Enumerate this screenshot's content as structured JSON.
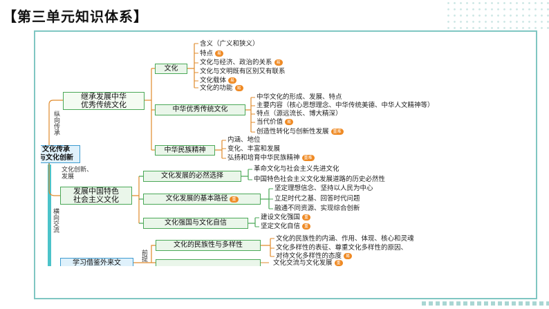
{
  "title": "【第三单元知识体系】",
  "root": "文化传承\n与文化创新",
  "side_labels": {
    "top": "纵向传承",
    "middle": "文化创新、\n发展",
    "bottom": "横向交流",
    "bottom2": "前提"
  },
  "branch1": {
    "label": "继承发展中华\n优秀传统文化",
    "children": [
      {
        "label": "文化",
        "leaves": [
          {
            "text": "含义（广义和狭义）",
            "badge": ""
          },
          {
            "text": "特点",
            "badge": "易"
          },
          {
            "text": "文化与经济、政治的关系",
            "badge": "易"
          },
          {
            "text": "文化与文明既有区别又有联系",
            "badge": ""
          },
          {
            "text": "文化载体",
            "badge": "易"
          },
          {
            "text": "文化的功能",
            "badge": "易"
          }
        ]
      },
      {
        "label": "中华优秀传统文化",
        "leaves": [
          {
            "text": "中华文化的形成、发展、特点",
            "badge": ""
          },
          {
            "text": "主要内容（核心思想理念、中华传统美德、中华人文精神等）",
            "badge": ""
          },
          {
            "text": "特点（源远流长、博大精深）",
            "badge": ""
          },
          {
            "text": "当代价值",
            "badge": "易"
          },
          {
            "text": "创造性转化与创新性发展",
            "badge": "重难"
          }
        ]
      },
      {
        "label": "中华民族精神",
        "leaves": [
          {
            "text": "内涵、地位",
            "badge": ""
          },
          {
            "text": "变化、丰富和发展",
            "badge": ""
          },
          {
            "text": "弘扬和培育中华民族精神",
            "badge": "重难"
          }
        ]
      }
    ]
  },
  "branch2": {
    "label": "发展中国特色\n社会主义文化",
    "children": [
      {
        "label": "文化发展的必然选择",
        "leaves": [
          {
            "text": "革命文化与社会主义先进文化",
            "badge": ""
          },
          {
            "text": "中国特色社会主义文化发展道路的历史必然性",
            "badge": ""
          }
        ]
      },
      {
        "label": "文化发展的基本路径",
        "badge": "重",
        "leaves": [
          {
            "text": "坚定理想信念、坚持以人民为中心",
            "badge": ""
          },
          {
            "text": "立足时代之基、回答时代问题",
            "badge": ""
          },
          {
            "text": "融通不同资源、实现综合创新",
            "badge": ""
          }
        ]
      },
      {
        "label": "文化强国与文化自信",
        "leaves": [
          {
            "text": "建设文化强国",
            "badge": "重"
          },
          {
            "text": "坚定文化自信",
            "badge": "重"
          }
        ]
      }
    ]
  },
  "branch3": {
    "label": "学习借鉴外来文",
    "children": [
      {
        "label": "文化的民族性与多样性",
        "leaves": [
          {
            "text": "文化的民族性的内涵、作用、体现、核心和灵魂",
            "badge": ""
          },
          {
            "text": "文化多样性的表征、尊重文化多样性的原因、",
            "badge": ""
          },
          {
            "text": "对待文化多样性的态度",
            "badge": "易"
          }
        ]
      },
      {
        "label": "",
        "leaves": [
          {
            "text": "文化交流与文化发展",
            "badge": "重"
          }
        ]
      }
    ]
  },
  "colors": {
    "frame": "#7fc6c2",
    "connector": "#e08a2a",
    "trunk": "#4cc3c9",
    "box_border": "#4aa857",
    "badge": "#ef8a24"
  }
}
